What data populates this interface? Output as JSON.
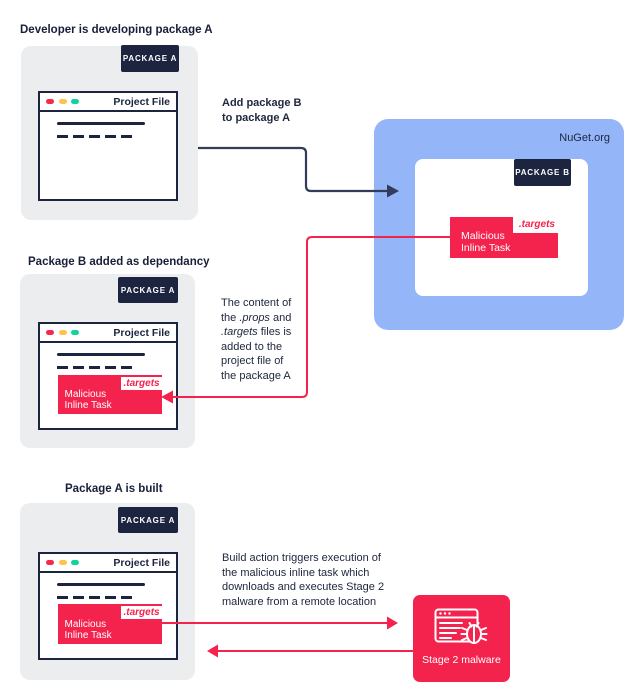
{
  "colors": {
    "red": "#F4234D",
    "navy": "#1D2440",
    "arrow_navy": "#333C5A",
    "blue": "#94B6F8",
    "panel_gray": "#ECEDEF",
    "dot_red": "#F8254E",
    "dot_yellow": "#FDC34E",
    "dot_green": "#0FD39C"
  },
  "step1": {
    "heading": "Developer is developing package A",
    "package_tag": "PACKAGE A",
    "window_title": "Project File"
  },
  "arrow1_label": {
    "line1": "Add package B",
    "line2": "to package A"
  },
  "nuget": {
    "title": "NuGet.org",
    "package_tag": "PACKAGE B",
    "task_line1": "Malicious",
    "task_line2": "Inline Task",
    "file_tab": ".targets"
  },
  "step2": {
    "heading": "Package B added as dependancy",
    "package_tag": "PACKAGE A",
    "window_title": "Project File",
    "task_line1": "Malicious",
    "task_line2": "Inline Task",
    "file_tab": ".targets"
  },
  "note2": {
    "line1": "The content of",
    "line2_pre": "the ",
    "line2_italic": ".props",
    "line2_post": " and",
    "line3_italic": ".targets",
    "line3_post": " files is",
    "line4": "added to the",
    "line5": "project file of",
    "line6": "the package A"
  },
  "step3": {
    "heading": "Package A is built",
    "package_tag": "PACKAGE A",
    "window_title": "Project File",
    "task_line1": "Malicious",
    "task_line2": "Inline Task",
    "file_tab": ".targets"
  },
  "note3": {
    "line1": "Build action triggers execution of",
    "line2": "the malicious inline task which",
    "line3": "downloads and executes Stage 2",
    "line4": "malware from a remote location"
  },
  "stage2": {
    "label": "Stage 2 malware"
  }
}
